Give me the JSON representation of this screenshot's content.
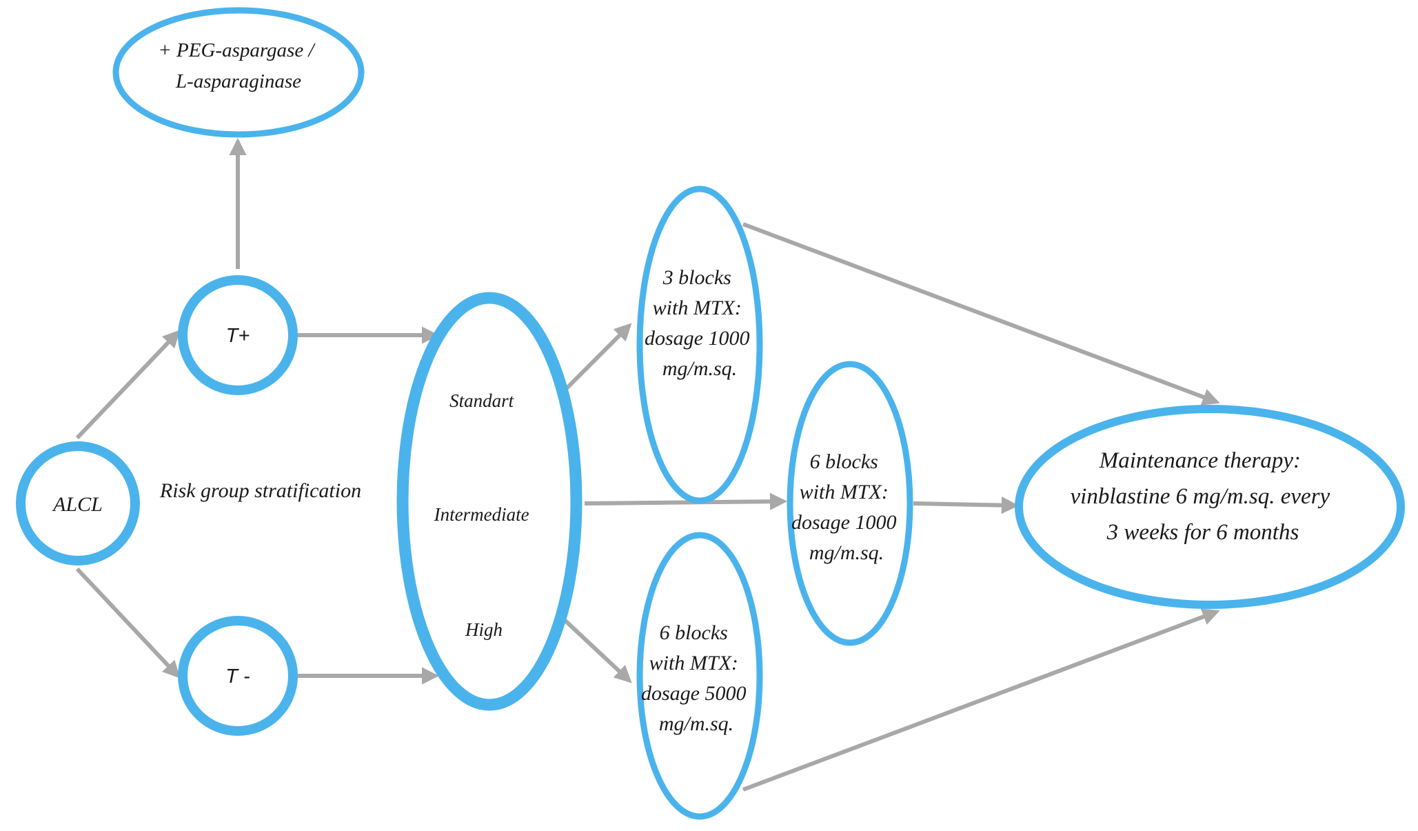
{
  "colors": {
    "node_border": "#4ab3ec",
    "connector": "#a8a8a8",
    "text": "#1a1a1a",
    "background": "#ffffff"
  },
  "nodes": {
    "alcl": {
      "lines": [
        "ALCL"
      ]
    },
    "t_plus": {
      "lines": [
        "T+"
      ]
    },
    "t_minus": {
      "lines": [
        "T -"
      ]
    },
    "peg": {
      "lines": [
        "+ PEG-aspargase /",
        "L-asparaginase"
      ]
    },
    "risk_groups": {
      "lines": [
        "Standart",
        "Intermediate",
        "High"
      ]
    },
    "blocks_standard": {
      "lines": [
        "3 blocks",
        "with MTX:",
        "dosage 1000",
        "mg/m.sq."
      ]
    },
    "blocks_intermediate": {
      "lines": [
        "6 blocks",
        "with MTX:",
        "dosage 1000",
        "mg/m.sq."
      ]
    },
    "blocks_high": {
      "lines": [
        "6 blocks",
        "with MTX:",
        "dosage 5000",
        "mg/m.sq."
      ]
    },
    "maintenance": {
      "lines": [
        "Maintenance therapy:",
        "vinblastine 6 mg/m.sq. every",
        "3 weeks for 6 months"
      ]
    }
  },
  "labels": {
    "risk_stratification": "Risk group stratification"
  }
}
